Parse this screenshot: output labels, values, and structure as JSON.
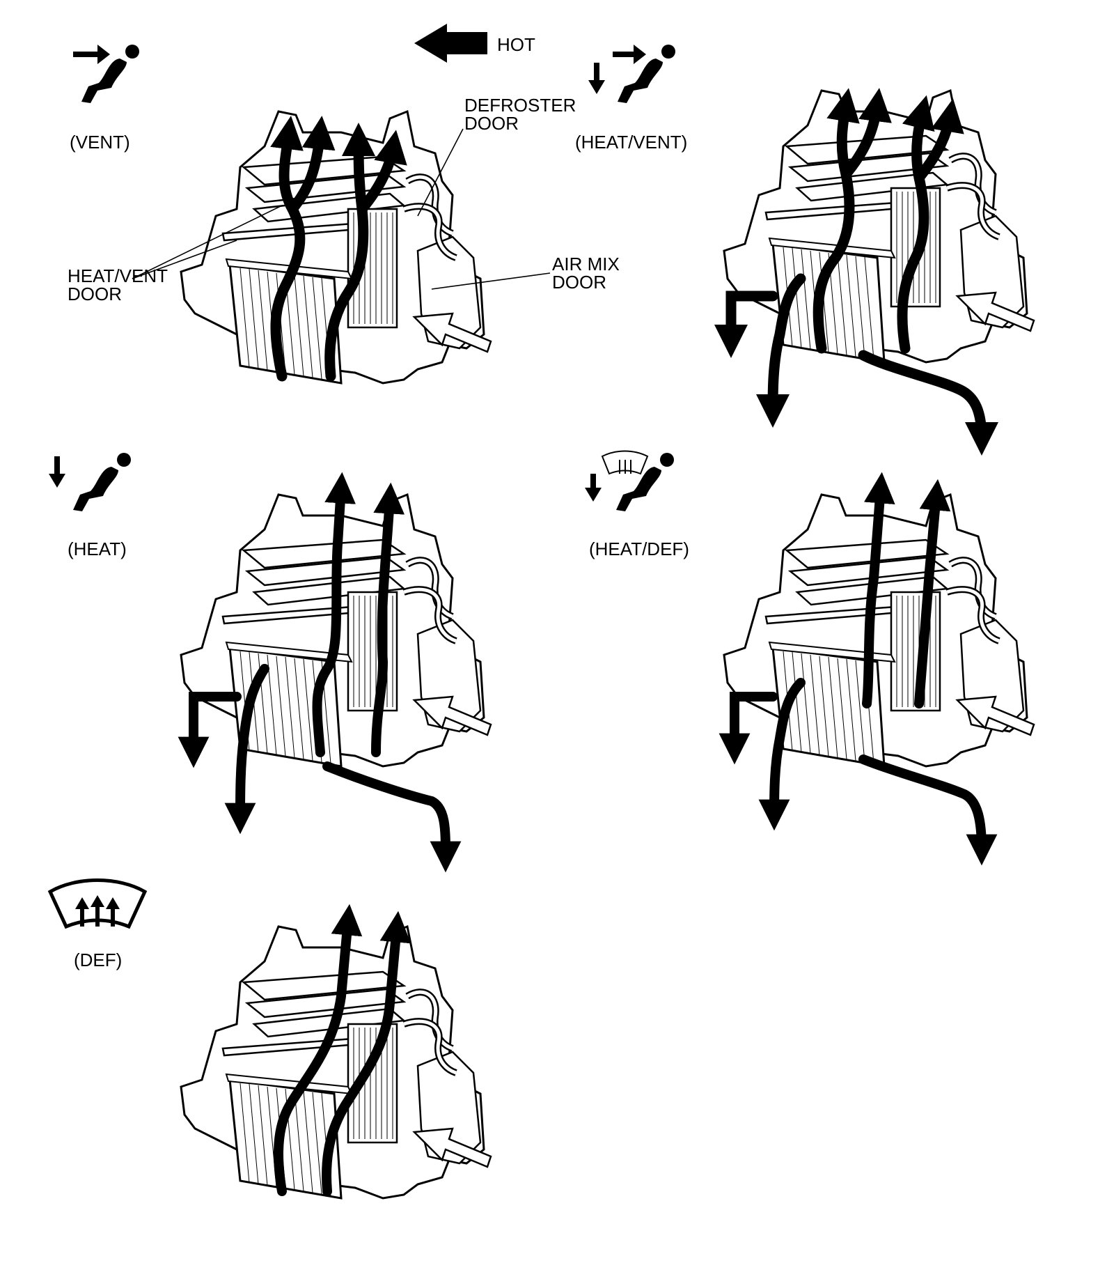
{
  "legend": {
    "hot_label": "HOT"
  },
  "callouts": {
    "defroster_door": [
      "DEFROSTER",
      "DOOR"
    ],
    "heat_vent_door": [
      "HEAT/VENT",
      "DOOR"
    ],
    "air_mix_door": [
      "AIR MIX",
      "DOOR"
    ]
  },
  "modes": [
    {
      "id": "vent",
      "label": "(VENT)"
    },
    {
      "id": "heatvent",
      "label": "(HEAT/VENT)"
    },
    {
      "id": "heat",
      "label": "(HEAT)"
    },
    {
      "id": "heatdef",
      "label": "(HEAT/DEF)"
    },
    {
      "id": "def",
      "label": "(DEF)"
    }
  ],
  "icons": {
    "vent": "seat-face-vent-icon",
    "heatvent": "seat-face-and-floor-icon",
    "heat": "seat-floor-icon",
    "heatdef": "seat-floor-and-windshield-icon",
    "def": "windshield-defrost-icon"
  },
  "colors": {
    "ink": "#000000",
    "paper": "#ffffff"
  }
}
